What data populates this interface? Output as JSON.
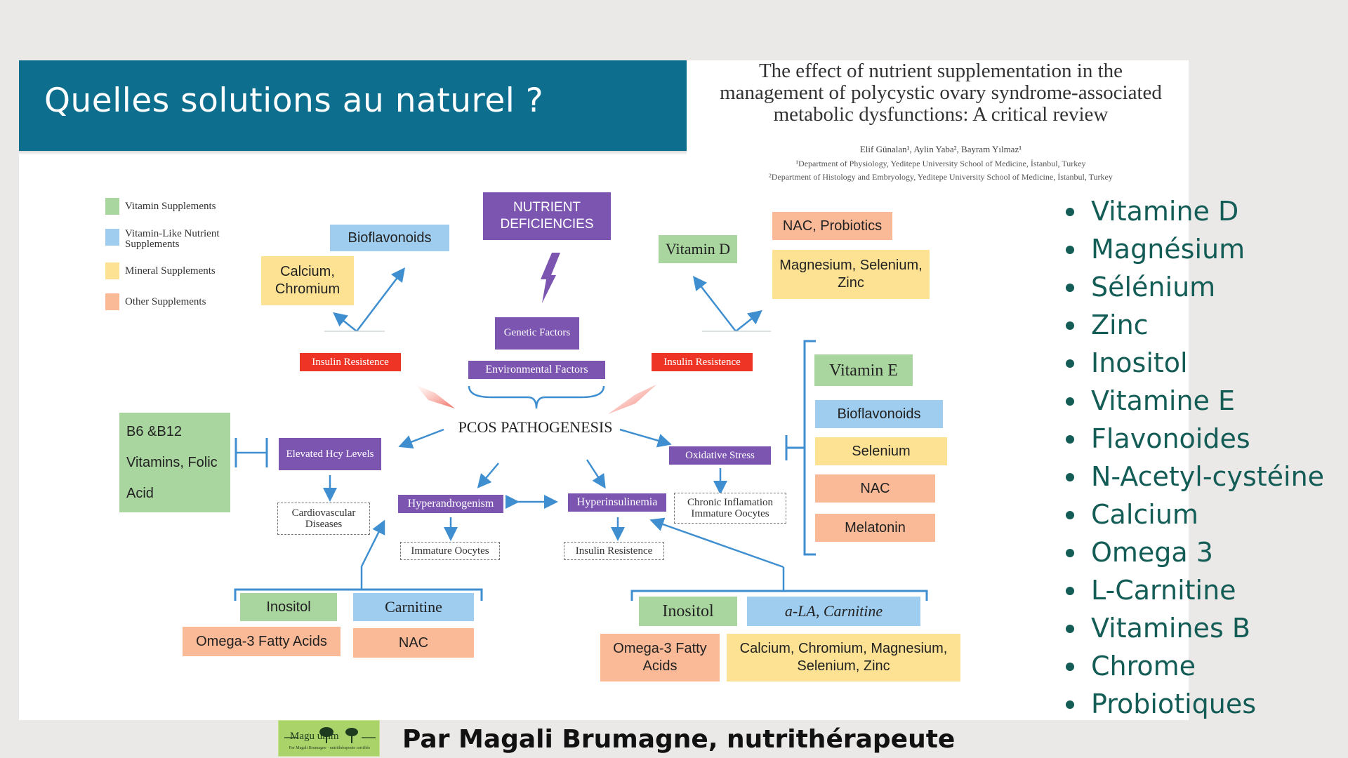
{
  "slide": {
    "title": "Quelles solutions au naturel ?"
  },
  "paper": {
    "title_lines": [
      "The effect of nutrient supplementation in the",
      "management of polycystic ovary syndrome-associated",
      "metabolic dysfunctions: A critical review"
    ],
    "authors": "Elif Günalan¹, Aylin Yaba², Bayram Yılmaz¹",
    "affiliation_1": "¹Department of Physiology, Yeditepe University School of Medicine, İstanbul, Turkey",
    "affiliation_2": "²Department of Histology and Embryology, Yeditepe University School of Medicine, İstanbul, Turkey"
  },
  "legend": {
    "vitamin": "Vitamin Supplements",
    "vitamin_like": "Vitamin-Like Nutrient Supplements",
    "mineral": "Mineral Supplements",
    "other": "Other Supplements",
    "colors": {
      "green": "#a9d59f",
      "blue": "#9fcdef",
      "yellow": "#fde294",
      "orange": "#fbba97"
    }
  },
  "diagram": {
    "nutrient_deficiencies": "NUTRIENT DEFICIENCIES",
    "genetic_factors": "Genetic Factors",
    "environmental_factors": "Environmental Factors",
    "pcos": "PCOS PATHOGENESIS",
    "insulin_resistance_left": "Insulin Resistence",
    "insulin_resistance_right": "Insulin Resistence",
    "bioflavonoids_top": "Bioflavonoids",
    "calcium_chromium": "Calcium, Chromium",
    "vitamin_d": "Vitamin D",
    "nac_probiotics": "NAC, Probiotics",
    "mag_sel_zinc": "Magnesium, Selenium, Zinc",
    "b6_b12": "B6 &B12 Vitamins, Folic Acid",
    "elevated_hcy": "Elevated Hcy Levels",
    "cardiovascular": "Cardiovascular Diseases",
    "hyperandrogenism": "Hyperandrogenism",
    "hyperinsulinemia": "Hyperinsulinemia",
    "oxidative_stress": "Oxidative Stress",
    "chronic_inflammation": "Chronic Inflamation Immature Oocytes",
    "immature_oocytes": "Immature Oocytes",
    "insulin_resistance_bottom": "Insulin Resistence",
    "vitamin_e": "Vitamin E",
    "bioflavonoids_right": "Bioflavonoids",
    "selenium": "Selenium",
    "nac_right": "NAC",
    "melatonin": "Melatonin",
    "inositol_left": "Inositol",
    "carnitine_left": "Carnitine",
    "omega3_left": "Omega-3 Fatty Acids",
    "nac_left": "NAC",
    "inositol_right": "Inositol",
    "ala_carnitine": "a-LA, Carnitine",
    "omega3_right": "Omega-3 Fatty Acids",
    "minerals_right": "Calcium, Chromium, Magnesium, Selenium, Zinc"
  },
  "bullets": [
    "Vitamine D",
    "Magnésium",
    "Sélénium",
    "Zinc",
    "Inositol",
    "Vitamine E",
    "Flavonoides",
    "N-Acetyl-cystéine",
    "Calcium",
    "Omega 3",
    "L-Carnitine",
    "Vitamines B",
    "Chrome",
    "Probiotiques"
  ],
  "footer": {
    "logo_text": "Magu  umm",
    "logo_subtext": "Par Magali Brumagne · nutrithérapeute certifiée",
    "credit": "Par Magali Brumagne, nutrithérapeute"
  },
  "colors": {
    "banner": "#0d6f8d",
    "purple": "#7c55b0",
    "red": "#ee3424",
    "connector": "#3f8fd0",
    "bullet_text": "#145c56"
  }
}
